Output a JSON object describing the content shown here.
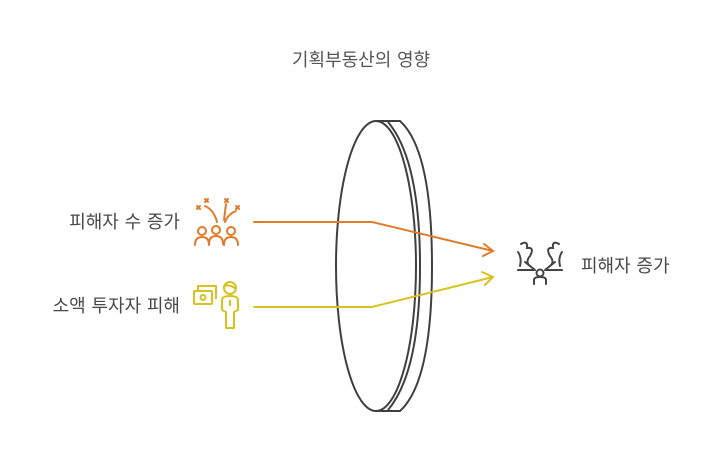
{
  "title": "기획부동산의 영향",
  "inputs": [
    {
      "label": "피해자 수 증가",
      "icon": "crowd-celebration-icon",
      "color": "#E07B2A"
    },
    {
      "label": "소액 투자자 피해",
      "icon": "investor-money-icon",
      "color": "#D9C21E"
    }
  ],
  "output": {
    "label": "피해자 증가",
    "icon": "stress-person-icon",
    "color": "#444444"
  },
  "lens": {
    "stroke": "#3f3f3f"
  }
}
